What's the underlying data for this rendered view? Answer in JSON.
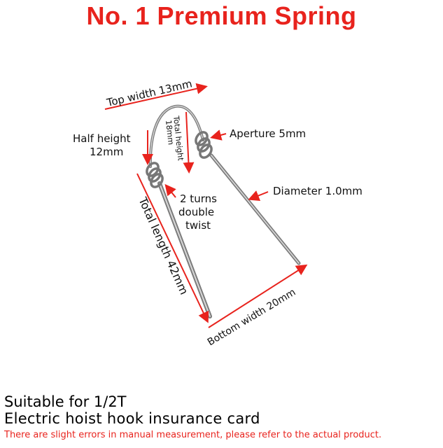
{
  "title": "No. 1 Premium Spring",
  "labels": {
    "top_width": "Top width 13mm",
    "half_height_1": "Half height",
    "half_height_2": "12mm",
    "total_height_1": "Total height",
    "total_height_2": "18mm",
    "aperture": "Aperture 5mm",
    "diameter": "Diameter 1.0mm",
    "turns_1": "2 turns",
    "turns_2": "double",
    "turns_3": "twist",
    "total_length": "Total length 42mm",
    "bottom_width": "Bottom width 20mm"
  },
  "footer": {
    "line1": "Suitable for 1/2T",
    "line2": "Electric hoist hook insurance card",
    "note": "There are slight errors in manual measurement, please refer to the actual product."
  },
  "colors": {
    "title": "#e8231d",
    "arrow": "#e8231d",
    "wire": "#8a8a8a",
    "note": "#e8231d"
  }
}
